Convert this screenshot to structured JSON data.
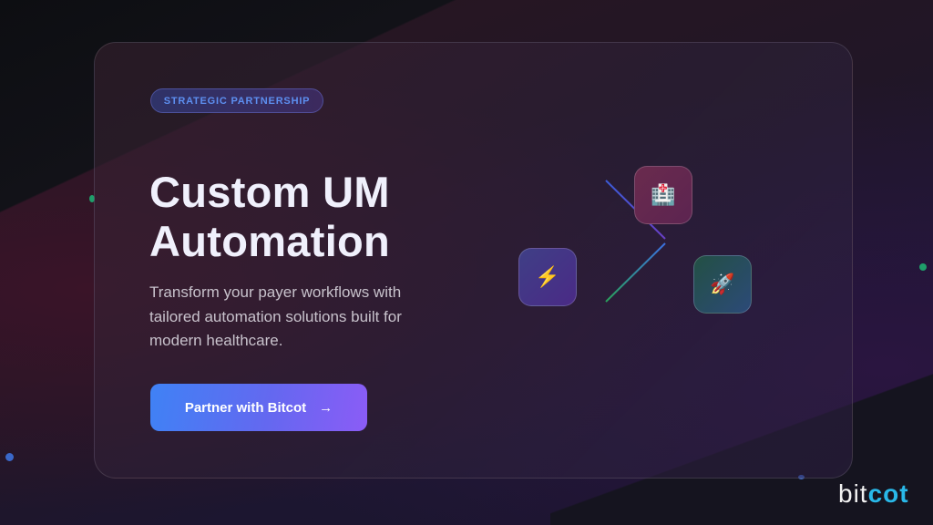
{
  "badge": {
    "label": "STRATEGIC PARTNERSHIP"
  },
  "hero": {
    "title_line1": "Custom UM",
    "title_line2": "Automation",
    "subtitle": "Transform your payer workflows with tailored automation solutions built for modern healthcare."
  },
  "cta": {
    "label": "Partner with Bitcot",
    "icon": "→"
  },
  "diagram": {
    "nodes": [
      {
        "name": "lightning",
        "icon": "⚡"
      },
      {
        "name": "hospital",
        "icon": "🏥"
      },
      {
        "name": "rocket",
        "icon": "🚀"
      }
    ]
  },
  "logo": {
    "part1": "bit",
    "part2": "cot"
  },
  "colors": {
    "accent_blue": "#3f82f5",
    "accent_purple": "#8b5cf6",
    "badge_text": "#5d8ff0",
    "logo_cyan": "#29b8e8"
  }
}
